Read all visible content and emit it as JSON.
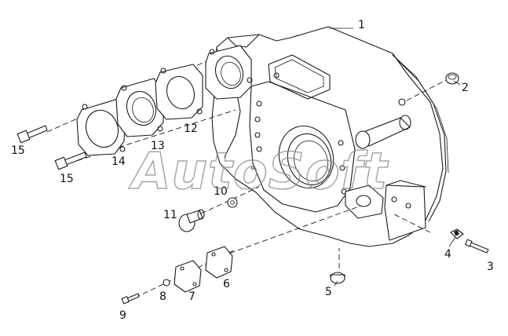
{
  "watermark": "AutoSoft",
  "callouts": [
    {
      "id": "1",
      "label": "1"
    },
    {
      "id": "2",
      "label": "2"
    },
    {
      "id": "3",
      "label": "3"
    },
    {
      "id": "4",
      "label": "4"
    },
    {
      "id": "5",
      "label": "5"
    },
    {
      "id": "6",
      "label": "6"
    },
    {
      "id": "7",
      "label": "7"
    },
    {
      "id": "8",
      "label": "8"
    },
    {
      "id": "9",
      "label": "9"
    },
    {
      "id": "10",
      "label": "10"
    },
    {
      "id": "11",
      "label": "11"
    },
    {
      "id": "12",
      "label": "12"
    },
    {
      "id": "13",
      "label": "13"
    },
    {
      "id": "14",
      "label": "14"
    },
    {
      "id": "15a",
      "label": "15"
    },
    {
      "id": "15b",
      "label": "15"
    }
  ]
}
